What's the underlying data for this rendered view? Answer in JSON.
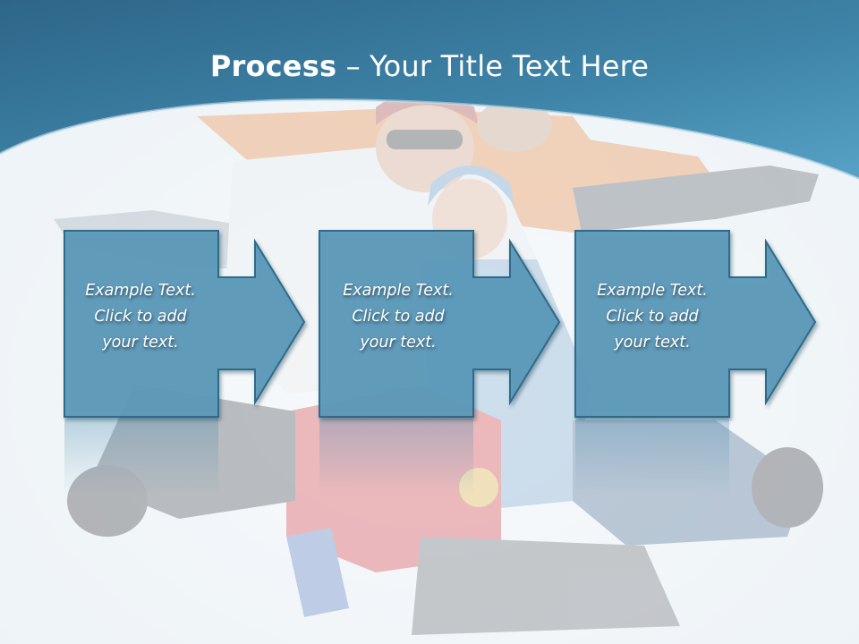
{
  "slide": {
    "title_bold": "Process",
    "title_dash": " – ",
    "title_rest": "Your Title Text Here"
  },
  "steps": [
    {
      "line1": "Example Text.",
      "line2": "Click  to add",
      "line3": "your text."
    },
    {
      "line1": "Example Text.",
      "line2": "Click  to add",
      "line3": "your text."
    },
    {
      "line1": "Example Text.",
      "line2": "Click  to add",
      "line3": "your text."
    }
  ],
  "colors": {
    "header_dark": "#2d6e8f",
    "header_light": "#4b93b6",
    "box_fill": "#5a98b9",
    "box_border": "#2f6a89",
    "text": "#ffffff"
  },
  "background": {
    "image": "family-in-snow-photo",
    "icon": "photo-icon"
  }
}
